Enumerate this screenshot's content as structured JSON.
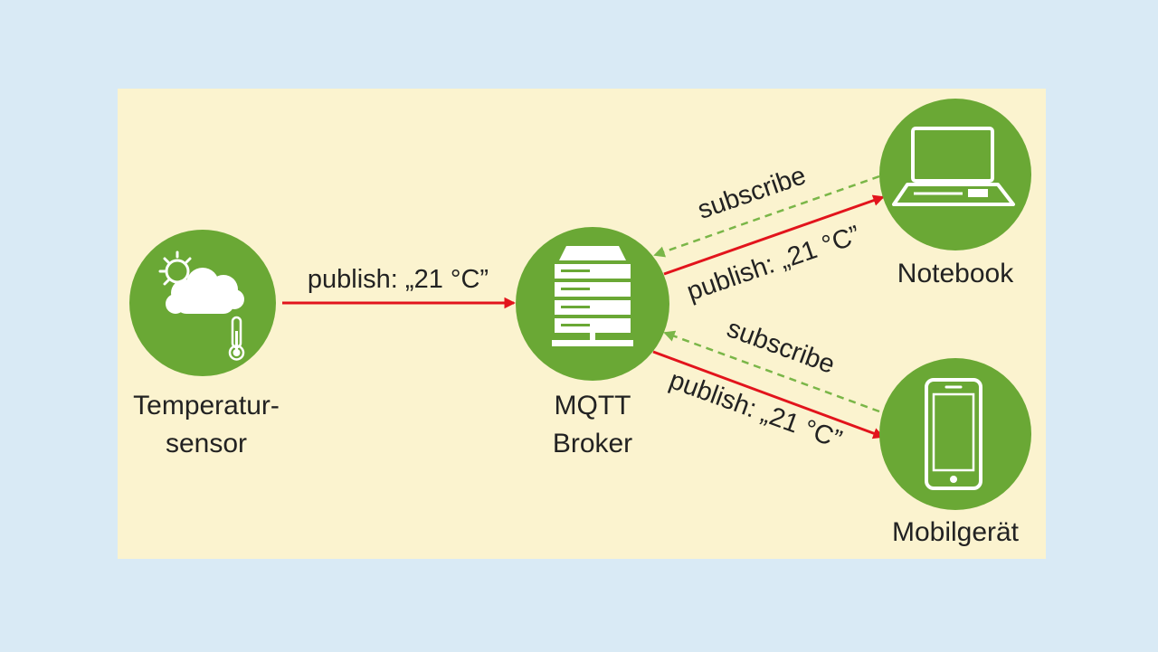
{
  "colors": {
    "outer_background": "#d9eaf5",
    "panel_background": "#fbf3cf",
    "node_fill": "#6aa835",
    "icon_color": "#ffffff",
    "publish_arrow": "#e2141c",
    "subscribe_arrow": "#7ab648",
    "text": "#222222"
  },
  "nodes": {
    "sensor": {
      "label_line1": "Temperatur-",
      "label_line2": "sensor",
      "icon": "weather-thermometer-icon"
    },
    "broker": {
      "label_line1": "MQTT",
      "label_line2": "Broker",
      "icon": "server-icon"
    },
    "notebook": {
      "label": "Notebook",
      "icon": "laptop-icon"
    },
    "mobile": {
      "label": "Mobilgerät",
      "icon": "smartphone-icon"
    }
  },
  "edges": {
    "sensor_publish": "publish: „21 °C”",
    "notebook_subscribe": "subscribe",
    "notebook_publish": "publish: „21 °C”",
    "mobile_subscribe": "subscribe",
    "mobile_publish": "publish: „21 °C”"
  }
}
